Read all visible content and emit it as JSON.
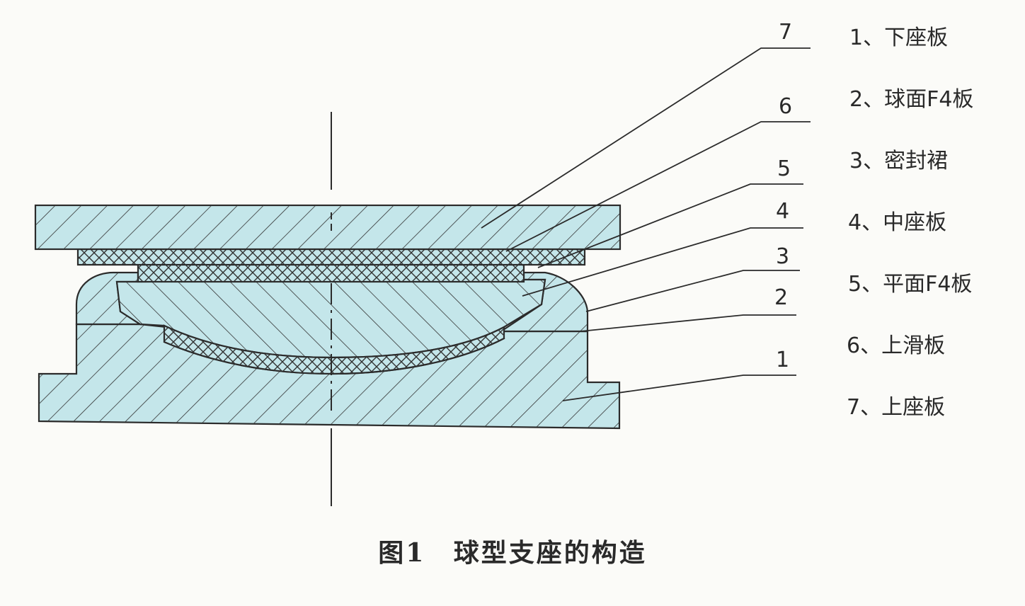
{
  "callout_numbers": [
    "7",
    "6",
    "5",
    "4",
    "3",
    "2",
    "1"
  ],
  "legend": [
    "1、下座板",
    "2、球面F4板",
    "3、密封裙",
    "4、中座板",
    "5、平面F4板",
    "6、上滑板",
    "7、上座板"
  ],
  "caption": {
    "figure_label": "图1",
    "title": "球型支座的构造"
  },
  "colors": {
    "fill": "#c4e6ea",
    "line": "#2b2b2b",
    "background": "#fbfbf8"
  }
}
